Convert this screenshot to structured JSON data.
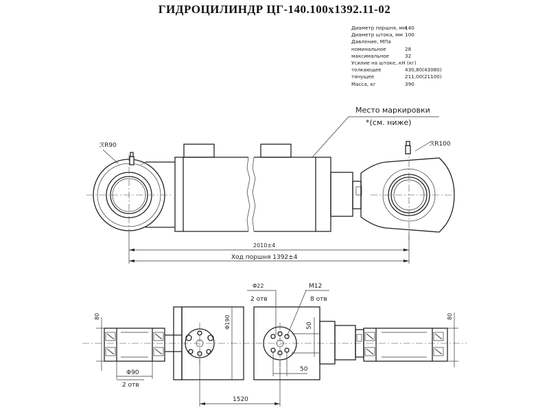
{
  "title": "ГИДРОЦИЛИНДР  ЦГ-140.100х1392.11-02",
  "specs": [
    {
      "label": "Диаметр поршня, мм",
      "value": "140"
    },
    {
      "label": "Диаметр штока, мм",
      "value": "100"
    },
    {
      "label": "Давление, МПа",
      "value": ""
    },
    {
      "label": "номинальное",
      "value": "28"
    },
    {
      "label": "максимальное",
      "value": "32"
    },
    {
      "label": "Усилие на штоке, кН (кг)",
      "value": ""
    },
    {
      "label": "толкающее",
      "value": "430,80(43080)"
    },
    {
      "label": "тянущее",
      "value": "211,00(21100)"
    },
    {
      "label": "Масса, кг",
      "value": "390"
    }
  ],
  "annotations": {
    "marking_line1": "Место маркировки",
    "marking_line2": "*(см. ниже)",
    "radius_left": "ℛR90",
    "radius_right": "ℛR100",
    "dim_2010": "2010±4",
    "dim_stroke": "Ход поршня 1392±4",
    "dim_d22": "Φ22",
    "dim_2holes_top": "2 отв",
    "dim_m12": "M12",
    "dim_8holes": "8 отв",
    "dim_190": "Φ190",
    "dim_50_v": "50",
    "dim_50_h": "50",
    "dim_80_left": "80",
    "dim_80_right": "80",
    "dim_d90": "Φ90",
    "dim_2holes_bottom": "2 отв",
    "dim_1520": "1520"
  }
}
